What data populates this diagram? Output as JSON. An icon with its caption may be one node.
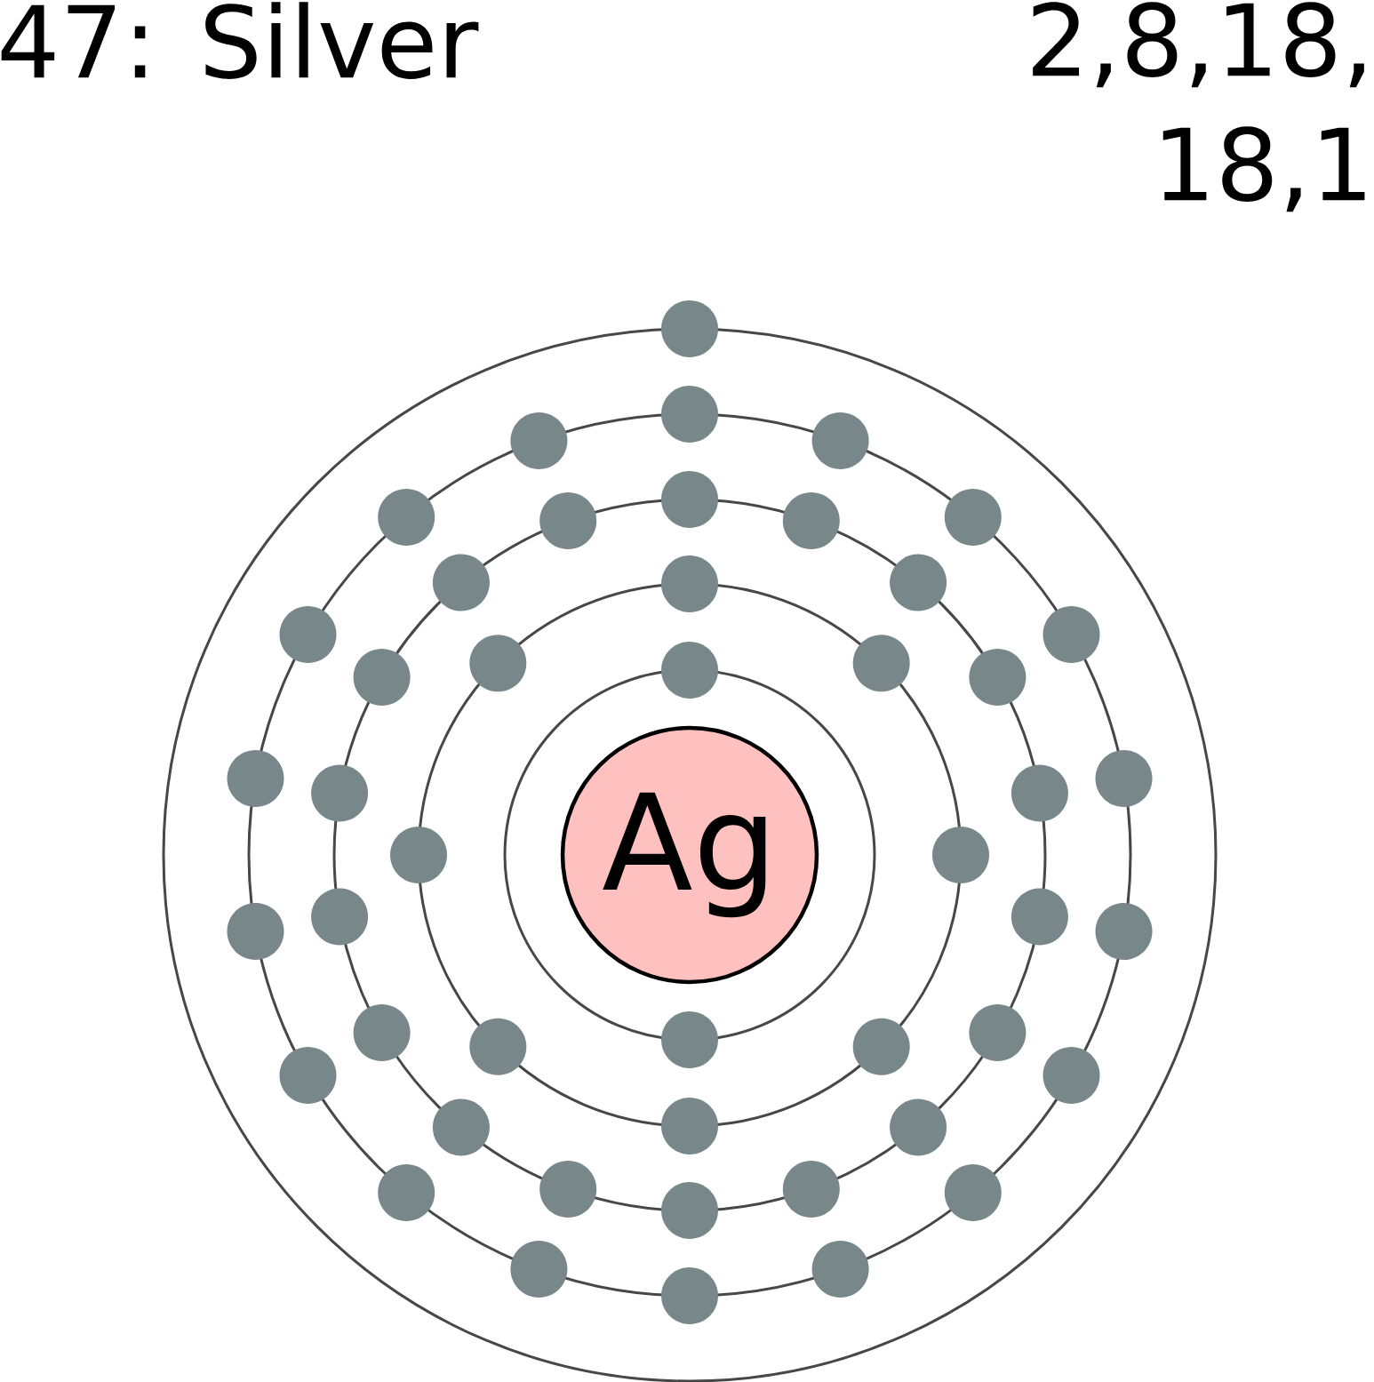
{
  "diagram": {
    "title": "47: Silver",
    "nodes": [
      {
        "text": [
          "Ag"
        ]
      }
    ],
    "labels": [
      "2,8,18, 18,1"
    ]
  }
}
